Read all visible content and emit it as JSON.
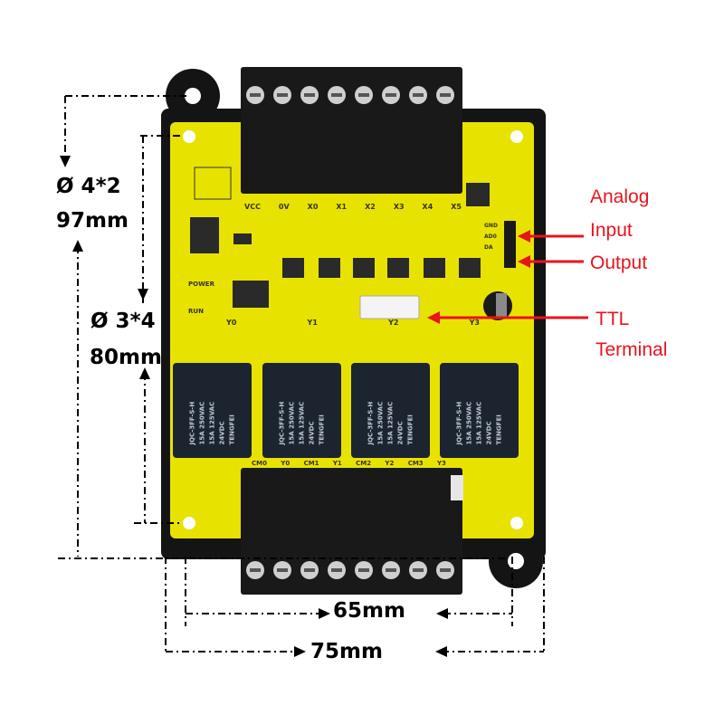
{
  "dimensions": {
    "mount_hole_large": "Ø 4*2",
    "height_overall": "97mm",
    "mount_hole_small": "Ø 3*4",
    "height_pcb": "80mm",
    "width_pcb": "65mm",
    "width_overall": "75mm"
  },
  "annotations": {
    "analog": "Analog",
    "input": "Input",
    "output": "Output",
    "ttl": "TTL",
    "terminal": "Terminal"
  },
  "pcb_labels": {
    "top_terminals": [
      "VCC",
      "0V",
      "X0",
      "X1",
      "X2",
      "X3",
      "X4",
      "X5"
    ],
    "outputs_mid": [
      "Y0",
      "Y1",
      "Y2",
      "Y3"
    ],
    "bottom_terminals": [
      "CM0",
      "Y0",
      "CM1",
      "Y1",
      "CM2",
      "Y2",
      "CM3",
      "Y3"
    ],
    "indicators": [
      "POWER",
      "RUN"
    ],
    "analog_pins": [
      "GND",
      "AD0",
      "DA"
    ]
  },
  "relays": [
    {
      "brand": "JQC-3FF-S-H",
      "line1": "15A 250VAC",
      "line2": "15A 125VAC",
      "coil": "24VDC",
      "maker": "TENGFEI"
    },
    {
      "brand": "JQC-3FF-S-H",
      "line1": "15A 250VAC",
      "line2": "15A 125VAC",
      "coil": "24VDC",
      "maker": "TENGFEI"
    },
    {
      "brand": "JQC-3FF-S-H",
      "line1": "15A 250VAC",
      "line2": "15A 125VAC",
      "coil": "24VDC",
      "maker": "TENGFEI"
    },
    {
      "brand": "JQC-3FF-S-H",
      "line1": "15A 250VAC",
      "line2": "15A 125VAC",
      "coil": "24VDC",
      "maker": "TENGFEI"
    }
  ],
  "colors": {
    "pcb": "#e8e200",
    "housing": "#111111",
    "relay": "#1c2430",
    "annotation": "#e8141c"
  }
}
